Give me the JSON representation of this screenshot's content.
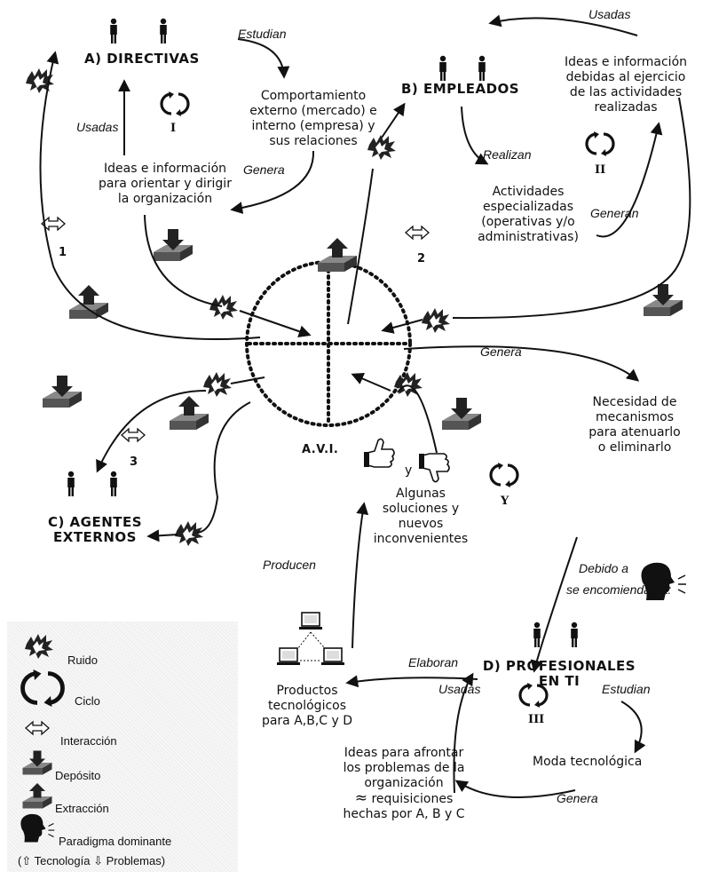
{
  "sections": {
    "a": {
      "title": "A) DIRECTIVAS",
      "cycle_roman": "I",
      "text_1": "Comportamiento",
      "text_2": "externo (mercado) e",
      "text_3": "interno (empresa) y",
      "text_4": "sus relaciones",
      "ideas_1": "Ideas e información",
      "ideas_2": "para orientar y dirigir",
      "ideas_3": "la organización",
      "label_estudian": "Estudian",
      "label_genera": "Genera",
      "label_usadas": "Usadas"
    },
    "b": {
      "title": "B) EMPLEADOS",
      "cycle_roman": "II",
      "act_1": "Actividades",
      "act_2": "especializadas",
      "act_3": "(operativas y/o",
      "act_4": "administrativas)",
      "ideas_1": "Ideas e información",
      "ideas_2": "debidas al ejercicio",
      "ideas_3": "de las actividades",
      "ideas_4": "realizadas",
      "label_usadas": "Usadas",
      "label_realizan": "Realizan",
      "label_generan": "Generan"
    },
    "c": {
      "title_1": "C) AGENTES",
      "title_2": "EXTERNOS"
    },
    "d": {
      "title_1": "D) PROFESIONALES",
      "title_2": "EN TI",
      "cycle_roman": "III",
      "moda": "Moda tecnológica",
      "ideas_1": "Ideas para afrontar",
      "ideas_2": "los problemas de la",
      "ideas_3": "organización",
      "ideas_4": "requisiciones",
      "ideas_5": "hechas por A, B y C",
      "approx": "≈",
      "productos_1": "Productos",
      "productos_2": "tecnológicos",
      "productos_3": "para A,B,C y D",
      "label_usadas": "Usadas",
      "label_estudian": "Estudian",
      "label_genera": "Genera",
      "label_elaboran": "Elaboran"
    },
    "center": {
      "label": "A.V.I.",
      "genera": "Genera",
      "necesidad_1": "Necesidad de",
      "necesidad_2": "mecanismos",
      "necesidad_3": "para atenuarlo",
      "necesidad_4": "o eliminarlo",
      "debido_a": "Debido a",
      "se_encomiendan": "se encomiendan a:"
    },
    "results": {
      "y_word": "y",
      "sol_1": "Algunas",
      "sol_2": "soluciones y",
      "sol_3": "nuevos",
      "sol_4": "inconvenientes",
      "cycle_y": "Y",
      "producen": "Producen"
    },
    "interactions": [
      "1",
      "2",
      "3"
    ]
  },
  "legend": {
    "ruido": "Ruido",
    "ciclo": "Ciclo",
    "interaccion": "Interacción",
    "deposito": "Depósito",
    "extraccion": "Extracción",
    "paradigma": "Paradigma dominante",
    "paradigma_note": "(⇧ Tecnología ⇩ Problemas)"
  }
}
